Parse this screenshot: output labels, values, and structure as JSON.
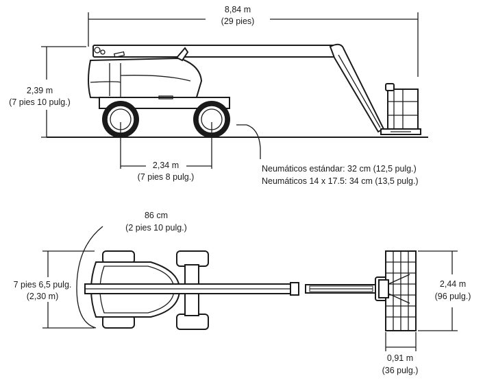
{
  "side_view": {
    "overall_length": {
      "value": "8,84 m",
      "alt": "(29 pies)"
    },
    "stowed_height": {
      "value": "2,39 m",
      "alt": "(7 pies 10 pulg.)"
    },
    "wheelbase": {
      "value": "2,34 m",
      "alt": "(7 pies 8 pulg.)"
    },
    "ground_clearance": {
      "standard": "Neumáticos estándar: 32 cm (12,5 pulg.)",
      "optional": "Neumáticos 14 x 17.5: 34 cm (13,5 pulg.)"
    }
  },
  "top_view": {
    "tailswing": {
      "value": "86 cm",
      "alt": "(2 pies 10 pulg.)"
    },
    "overall_width": {
      "value": "7 pies 6,5 pulg.",
      "alt": "(2,30 m)"
    },
    "platform_width": {
      "value": "2,44 m",
      "alt": "(96 pulg.)"
    },
    "platform_depth": {
      "value": "0,91 m",
      "alt": "(36 pulg.)"
    }
  }
}
